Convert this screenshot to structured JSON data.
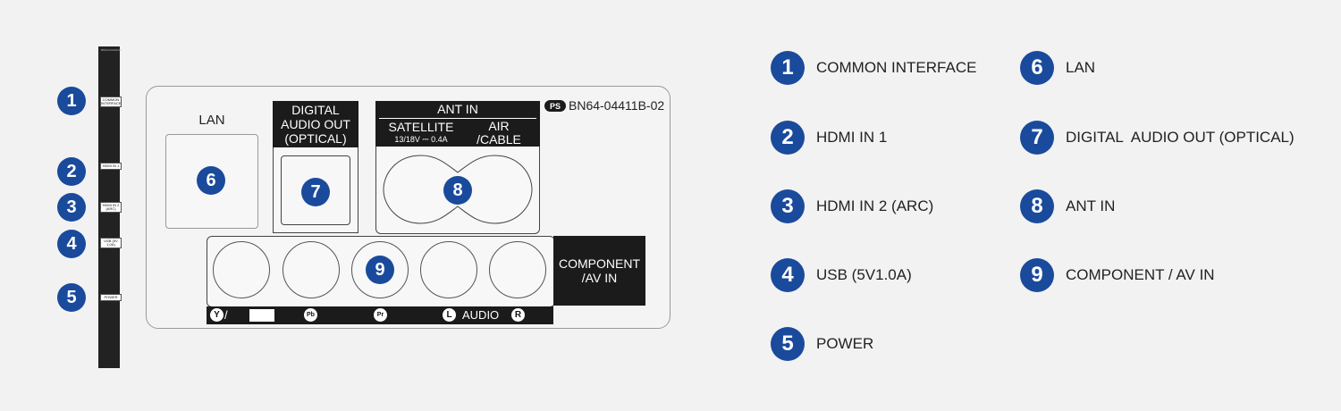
{
  "side_strip": {
    "top_text": "BN64-04411B-02",
    "ports": [
      {
        "number": "1",
        "label": "COMMON INTERFACE"
      },
      {
        "number": "2",
        "label": "HDMI IN 1"
      },
      {
        "number": "3",
        "label": "HDMI IN 2 (ARC)"
      },
      {
        "number": "4",
        "label": "USB (5V 1.0A)"
      },
      {
        "number": "5",
        "label": "POWER"
      }
    ]
  },
  "panel": {
    "lan": {
      "label": "LAN",
      "number": "6"
    },
    "digital_audio": {
      "label_lines": [
        "DIGITAL",
        "AUDIO OUT",
        "(OPTICAL)"
      ],
      "number": "7"
    },
    "ant_in": {
      "title": "ANT IN",
      "satellite": "SATELLITE",
      "satellite_spec": "13/18V ⎓ 0.4A",
      "air_lines": [
        "AIR",
        "/CABLE"
      ],
      "number": "8"
    },
    "component": {
      "label_lines": [
        "COMPONENT",
        "/AV IN"
      ],
      "number": "9",
      "y_text": "Y",
      "slash": "/",
      "pb": "Pb",
      "pr": "Pr",
      "l": "L",
      "audio": "AUDIO",
      "r": "R"
    },
    "ps": "PS",
    "part_number": "BN64-04411B-02"
  },
  "legend": [
    {
      "number": "1",
      "label": "COMMON INTERFACE"
    },
    {
      "number": "2",
      "label": "HDMI IN 1"
    },
    {
      "number": "3",
      "label": "HDMI IN 2 (ARC)"
    },
    {
      "number": "4",
      "label": "USB (5V1.0A)"
    },
    {
      "number": "5",
      "label": "POWER"
    },
    {
      "number": "6",
      "label": "LAN"
    },
    {
      "number": "7",
      "label": "DIGITAL  AUDIO OUT (OPTICAL)"
    },
    {
      "number": "8",
      "label": "ANT IN"
    },
    {
      "number": "9",
      "label": "COMPONENT / AV IN"
    }
  ],
  "colors": {
    "badge": "#1a4a9c",
    "dark": "#1b1b1b",
    "background": "#f2f2f2"
  }
}
